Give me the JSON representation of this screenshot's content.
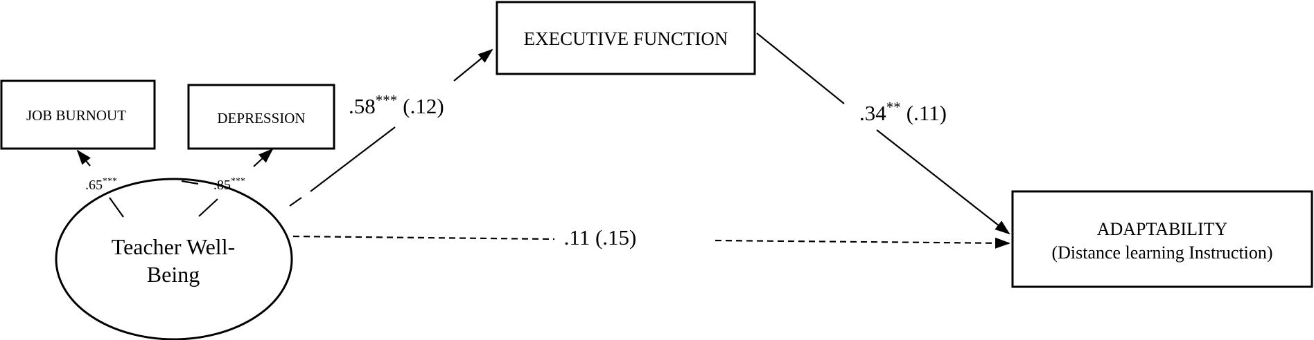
{
  "nodes": {
    "executive_function": "EXECUTIVE FUNCTION",
    "job_burnout": "JOB BURNOUT",
    "depression": "DEPRESSION",
    "teacher_wellbeing_line1": "Teacher Well-",
    "teacher_wellbeing_line2": "Being",
    "adaptability_line1": "ADAPTABILITY",
    "adaptability_line2": "(Distance learning Instruction)"
  },
  "paths": {
    "wb_to_ef": {
      "coef": ".58",
      "sig": "***",
      "se": "(.12)"
    },
    "ef_to_adapt": {
      "coef": ".34",
      "sig": "**",
      "se": "(.11)"
    },
    "wb_to_adapt": {
      "label": ".11 (.15)"
    },
    "wb_to_burnout": {
      "coef": ".65",
      "sig": "***"
    },
    "wb_to_depression": {
      "coef": ".85",
      "sig": "***"
    }
  }
}
